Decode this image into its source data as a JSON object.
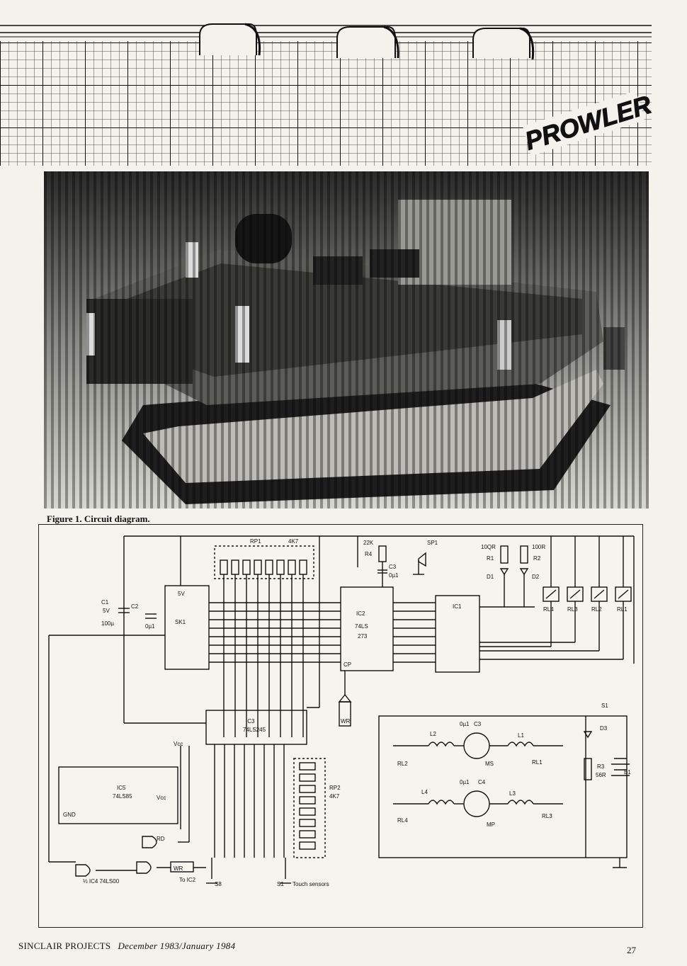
{
  "header": {
    "logo_text": "PROWLER"
  },
  "figure": {
    "caption": "Figure 1. Circuit diagram.",
    "components": [
      {
        "id": "rp1",
        "label": "RP1"
      },
      {
        "id": "rp1v",
        "label": "4K7"
      },
      {
        "id": "r4v",
        "label": "22K"
      },
      {
        "id": "r4",
        "label": "R4"
      },
      {
        "id": "sp1",
        "label": "SP1"
      },
      {
        "id": "c3",
        "label": "C3"
      },
      {
        "id": "c3v",
        "label": "0µ1"
      },
      {
        "id": "r1v",
        "label": "10QR"
      },
      {
        "id": "r1",
        "label": "R1"
      },
      {
        "id": "r2v",
        "label": "100R"
      },
      {
        "id": "r2",
        "label": "R2"
      },
      {
        "id": "d1",
        "label": "D1"
      },
      {
        "id": "d2",
        "label": "D2"
      },
      {
        "id": "c1",
        "label": "C1"
      },
      {
        "id": "c1a",
        "label": "5V"
      },
      {
        "id": "c1b",
        "label": "100µ"
      },
      {
        "id": "c2",
        "label": "C2"
      },
      {
        "id": "c2v",
        "label": "0µ1"
      },
      {
        "id": "sk1",
        "label": "SK1"
      },
      {
        "id": "sk1v",
        "label": "5V"
      },
      {
        "id": "ic2",
        "label": "IC2"
      },
      {
        "id": "ic2a",
        "label": "74LS"
      },
      {
        "id": "ic2b",
        "label": "273"
      },
      {
        "id": "cp",
        "label": "CP"
      },
      {
        "id": "ic1",
        "label": "IC1"
      },
      {
        "id": "rl4",
        "label": "RL4"
      },
      {
        "id": "rl3",
        "label": "RL3"
      },
      {
        "id": "rl2",
        "label": "RL2"
      },
      {
        "id": "rl1",
        "label": "RL1"
      },
      {
        "id": "ic3",
        "label": "IC3"
      },
      {
        "id": "ic3v",
        "label": "74LS245"
      },
      {
        "id": "wr1",
        "label": "WR"
      },
      {
        "id": "vcc",
        "label": "Vcc"
      },
      {
        "id": "ic5",
        "label": "IC5"
      },
      {
        "id": "ic5v",
        "label": "74LS85"
      },
      {
        "id": "ic5gnd",
        "label": "GND"
      },
      {
        "id": "ic5vcc",
        "label": "Vcc"
      },
      {
        "id": "rd",
        "label": "RD"
      },
      {
        "id": "wr2",
        "label": "WR"
      },
      {
        "id": "toic2",
        "label": "To IC2"
      },
      {
        "id": "ic4",
        "label": "⅓ IC4 74LS00"
      },
      {
        "id": "rp2",
        "label": "RP2"
      },
      {
        "id": "rp2v",
        "label": "4K7"
      },
      {
        "id": "s8",
        "label": "S8"
      },
      {
        "id": "s1",
        "label": "S1"
      },
      {
        "id": "touch",
        "label": "Touch sensors"
      },
      {
        "id": "s1top",
        "label": "S1"
      },
      {
        "id": "d3",
        "label": "D3"
      },
      {
        "id": "r3",
        "label": "R3"
      },
      {
        "id": "r3v",
        "label": "56R"
      },
      {
        "id": "b1",
        "label": "B1"
      },
      {
        "id": "c3b",
        "label": "C3"
      },
      {
        "id": "c3bv",
        "label": "0µ1"
      },
      {
        "id": "l1",
        "label": "L1"
      },
      {
        "id": "l2",
        "label": "L2"
      },
      {
        "id": "ms",
        "label": "MS"
      },
      {
        "id": "rl2b",
        "label": "RL2"
      },
      {
        "id": "rl1b",
        "label": "RL1"
      },
      {
        "id": "c4",
        "label": "C4"
      },
      {
        "id": "c4v",
        "label": "0µ1"
      },
      {
        "id": "l3",
        "label": "L3"
      },
      {
        "id": "l4",
        "label": "L4"
      },
      {
        "id": "mp",
        "label": "MP"
      },
      {
        "id": "rl4b",
        "label": "RL4"
      },
      {
        "id": "rl3b",
        "label": "RL3"
      }
    ]
  },
  "footer": {
    "publication": "SINCLAIR PROJECTS",
    "issue": "December 1983/January 1984",
    "page_number": "27"
  }
}
